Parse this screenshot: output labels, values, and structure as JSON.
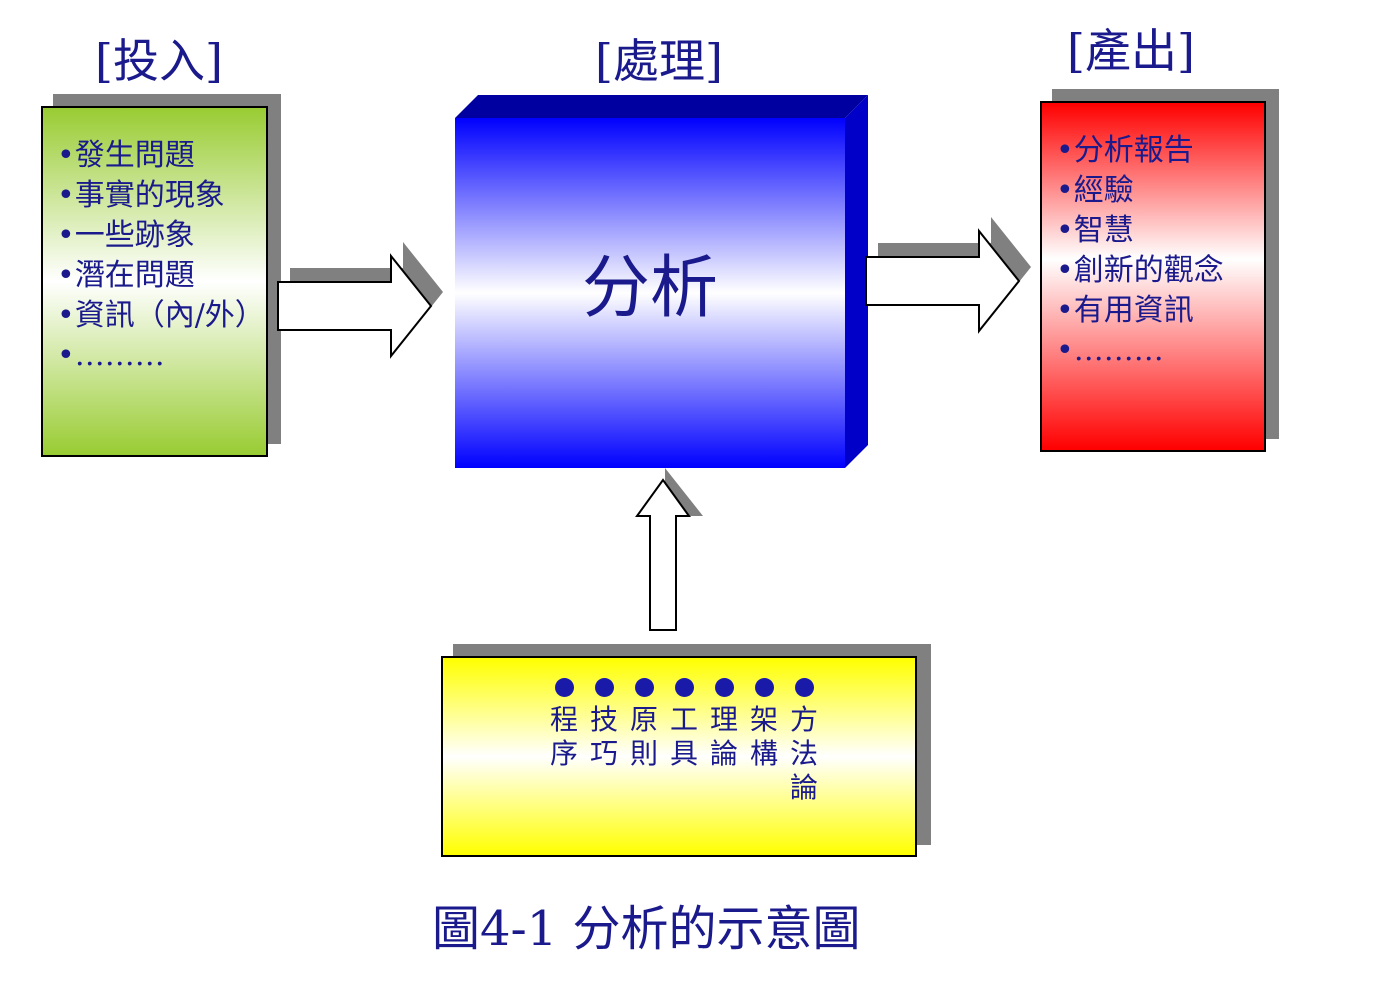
{
  "headings": {
    "input": "[投入]",
    "process": "[處理]",
    "output": "[產出]"
  },
  "input_items": [
    "•發生問題",
    "•事實的現象",
    "•一些跡象",
    "•潛在問題",
    "•資訊（內/外）",
    "•………"
  ],
  "process_label": "分析",
  "output_items": [
    "•分析報告",
    "•經驗",
    "•智慧",
    "•創新的觀念",
    "•有用資訊",
    "•………"
  ],
  "method_items": [
    "程序",
    "技巧",
    "原則",
    "工具",
    "理論",
    "架構",
    "方法論"
  ],
  "caption": "圖4-1 分析的示意圖",
  "colors": {
    "text": "#1a1a8c",
    "input_panel": "#99cc33",
    "output_panel": "#ff0000",
    "method_panel": "#ffff00",
    "process_cube": "#0000ff",
    "shadow": "#808080"
  }
}
